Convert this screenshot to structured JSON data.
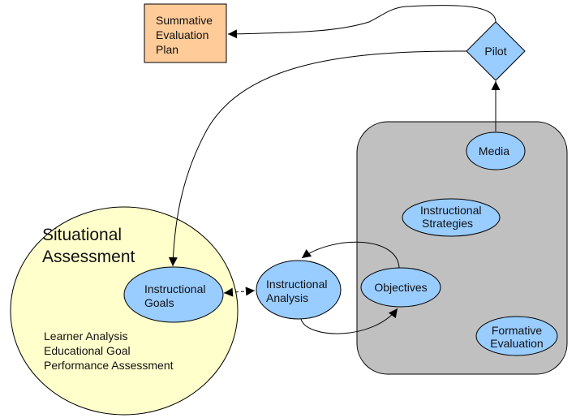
{
  "diagram": {
    "colors": {
      "ellipse_fill": "#99ccff",
      "summative_fill": "#ffcc99",
      "situational_fill": "#ffffcc",
      "design_group_fill": "#c0c0c0",
      "stroke": "#000000"
    },
    "nodes": {
      "summative": {
        "lines": [
          "Summative",
          "Evaluation",
          "Plan"
        ]
      },
      "pilot": {
        "label": "Pilot"
      },
      "situational": {
        "lines": [
          "Situational",
          "Assessment"
        ]
      },
      "situational_items": [
        "Learner Analysis",
        "Educational Goal",
        "Performance Assessment"
      ],
      "instructional_goals": {
        "lines": [
          "Instructional",
          "Goals"
        ]
      },
      "instructional_analysis": {
        "lines": [
          "Instructional",
          "Analysis"
        ]
      },
      "objectives": {
        "label": "Objectives"
      },
      "media": {
        "label": "Media"
      },
      "instructional_strategies": {
        "lines": [
          "Instructional",
          "Strategies"
        ]
      },
      "formative_evaluation": {
        "lines": [
          "Formative",
          "Evaluation"
        ]
      }
    },
    "edges": [
      {
        "from": "Pilot",
        "to": "Summative Evaluation Plan"
      },
      {
        "from": "Pilot",
        "to": "Instructional Goals"
      },
      {
        "from": "Media",
        "to": "Pilot"
      },
      {
        "from": "Instructional Goals",
        "to": "Instructional Analysis",
        "bidirectional": true
      },
      {
        "from": "Instructional Analysis",
        "to": "Objectives"
      },
      {
        "from": "Objectives",
        "to": "Instructional Analysis"
      }
    ]
  }
}
